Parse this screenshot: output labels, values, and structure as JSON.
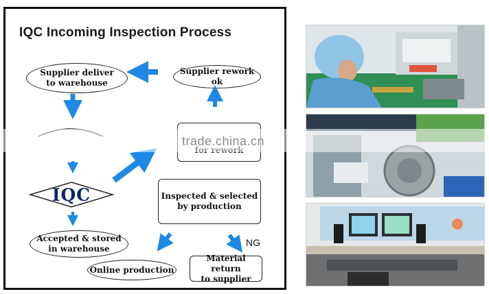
{
  "diagram": {
    "title": "IQC Incoming Inspection Process",
    "nodes": {
      "supplier_deliver": "Supplier deliver\nto warehouse",
      "supplier_rework": "Supplier rework ok",
      "rework_request": "for rework",
      "iqc": "IQC",
      "inspected_selected": "Inspected & selected\nby production",
      "accepted_stored": "Accepted & stored\nin warehouse",
      "online_production": "Online production",
      "material_return": "Material return\nto supplier"
    },
    "ng_label": "NG",
    "arrow_color": "#1e88e5"
  },
  "watermark": "trade.china.cn"
}
